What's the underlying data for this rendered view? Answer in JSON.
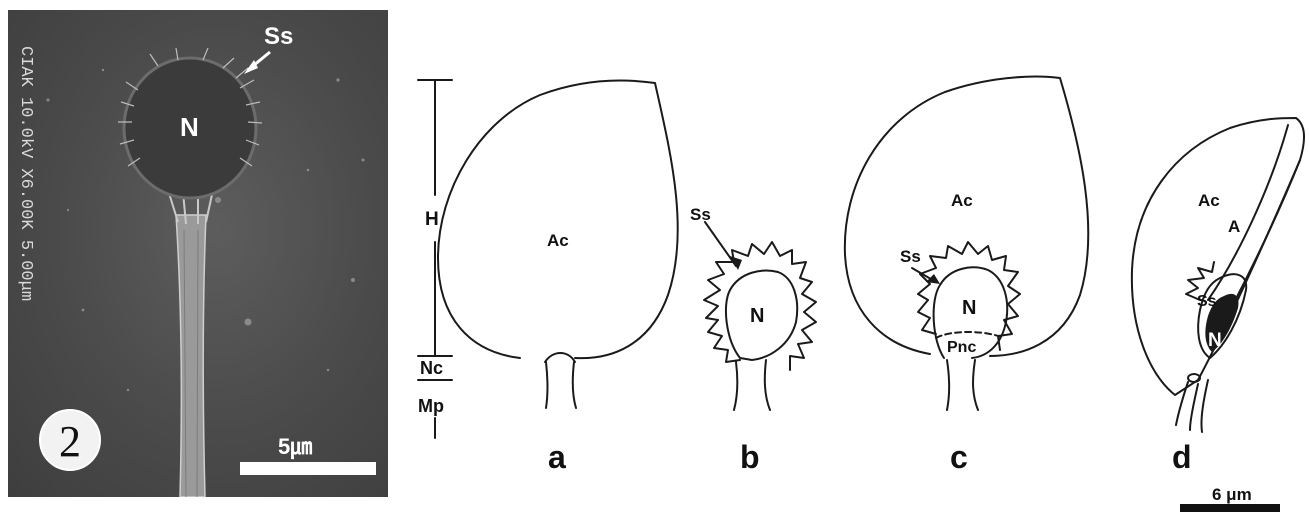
{
  "sem_panel": {
    "plate_number": "2",
    "label_nucleus": "N",
    "label_ss": "Ss",
    "scale_label": "5㎛",
    "imprint": "CIAK  10.0kV X6.00K 5.00μm"
  },
  "scale_axis": {
    "label_h": "H",
    "label_nc": "Nc",
    "label_mp": "Mp"
  },
  "drawings": [
    {
      "panel": "a",
      "labels": {
        "ac": "Ac"
      }
    },
    {
      "panel": "b",
      "labels": {
        "ss": "Ss",
        "n": "N"
      }
    },
    {
      "panel": "c",
      "labels": {
        "ac": "Ac",
        "ss": "Ss",
        "n": "N",
        "pnc": "Pnc"
      }
    },
    {
      "panel": "d",
      "labels": {
        "ac": "Ac",
        "a": "A",
        "ss": "Ss",
        "n": "N"
      }
    }
  ],
  "scale_bar_right": "6 μm",
  "colors": {
    "photo_bg": "#4a4a4a",
    "ink": "#1a1a1a"
  }
}
